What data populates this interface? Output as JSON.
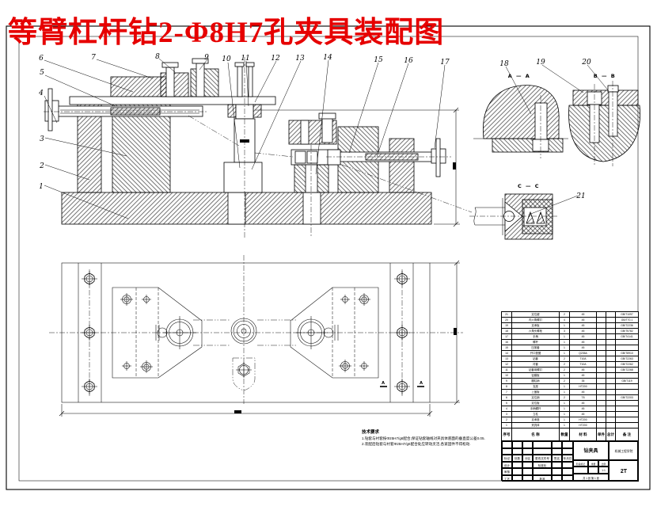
{
  "title": "等臂杠杆钻2-Φ8H7孔夹具装配图",
  "accent_color": "#e60000",
  "callouts": [
    "1",
    "2",
    "3",
    "4",
    "5",
    "6",
    "7",
    "8",
    "9",
    "10",
    "11",
    "12",
    "13",
    "14",
    "15",
    "16",
    "17",
    "18",
    "19",
    "20",
    "21"
  ],
  "sections": {
    "aa": "A — A",
    "bb": "B — B",
    "cc": "C — C"
  },
  "section_marks": {
    "left": "A",
    "right": "A"
  },
  "notes": {
    "heading": "技术要求",
    "lines": [
      "1.钻套与衬套按Φ25H7/g6配合,保证钻套轴线对夹具体底面的垂直度公差0.05.",
      "2.装配后钻套与衬套Φ25H7/g6配合处应转动灵活,各紧固件不得松动."
    ]
  },
  "bom": {
    "headers": [
      "序号",
      "名  称",
      "数量",
      "材  料",
      "单件",
      "总计",
      "备  注"
    ],
    "rows": [
      [
        "21",
        "定位键",
        "2",
        "45",
        "",
        "",
        "GB/T1097"
      ],
      [
        "20",
        "内六角螺钉",
        "4",
        "45",
        "",
        "",
        "GB/T70.1"
      ],
      [
        "19",
        "支承板",
        "1",
        "45",
        "",
        "",
        "GB/T2236"
      ],
      [
        "18",
        "六角头螺栓",
        "3",
        "45",
        "",
        "",
        "GB/T5782"
      ],
      [
        "17",
        "手柄",
        "1",
        "45",
        "",
        "",
        "GB/T4141"
      ],
      [
        "16",
        "螺杆",
        "1",
        "45",
        "",
        "",
        ""
      ],
      [
        "15",
        "压紧套",
        "1",
        "45",
        "",
        "",
        ""
      ],
      [
        "14",
        "开口垫圈",
        "1",
        "Q235A",
        "",
        "",
        "GB/T8910"
      ],
      [
        "13",
        "钻套",
        "2",
        "T10A",
        "",
        "",
        "GB/T2263"
      ],
      [
        "12",
        "衬套",
        "2",
        "T10A",
        "",
        "",
        "GB/T2262"
      ],
      [
        "11",
        "钻套用螺钉",
        "2",
        "45",
        "",
        "",
        "GB/T2268"
      ],
      [
        "10",
        "钻模板",
        "1",
        "45",
        "",
        "",
        ""
      ],
      [
        "9",
        "圆柱销",
        "2",
        "35",
        "",
        "",
        "GB/T119"
      ],
      [
        "8",
        "支座",
        "1",
        "HT200",
        "",
        "",
        ""
      ],
      [
        "7",
        "上盖板",
        "1",
        "45",
        "",
        "",
        ""
      ],
      [
        "6",
        "定位销",
        "2",
        "T8",
        "",
        "",
        "GB/T2203"
      ],
      [
        "5",
        "定位板",
        "1",
        "45",
        "",
        "",
        ""
      ],
      [
        "4",
        "手柄螺杆",
        "1",
        "45",
        "",
        "",
        ""
      ],
      [
        "3",
        "立柱",
        "1",
        "45",
        "",
        "",
        ""
      ],
      [
        "2",
        "支承座",
        "1",
        "HT200",
        "",
        "",
        ""
      ],
      [
        "1",
        "夹具体",
        "1",
        "HT200",
        "",
        "",
        ""
      ]
    ]
  },
  "title_block": {
    "grid_rows": [
      [
        "",
        "",
        "",
        "",
        "",
        ""
      ],
      [
        "",
        "",
        "",
        "",
        "",
        ""
      ],
      [
        "标记",
        "处数",
        "分区",
        "更改文件号",
        "签名",
        "年月日"
      ],
      [
        "设计",
        "",
        "",
        "标准化",
        "",
        ""
      ],
      [
        "审核",
        "",
        "",
        "",
        "",
        ""
      ],
      [
        "工艺",
        "",
        "",
        "批准",
        "",
        ""
      ]
    ],
    "name": "钻夹具",
    "company": "机械工程学院",
    "drawing_no": "2T",
    "stage_label": "阶段标记",
    "weight_label": "重量",
    "scale_label": "比例",
    "scale_value": "1:1",
    "sheets": "共 1 张  第 1 张"
  }
}
